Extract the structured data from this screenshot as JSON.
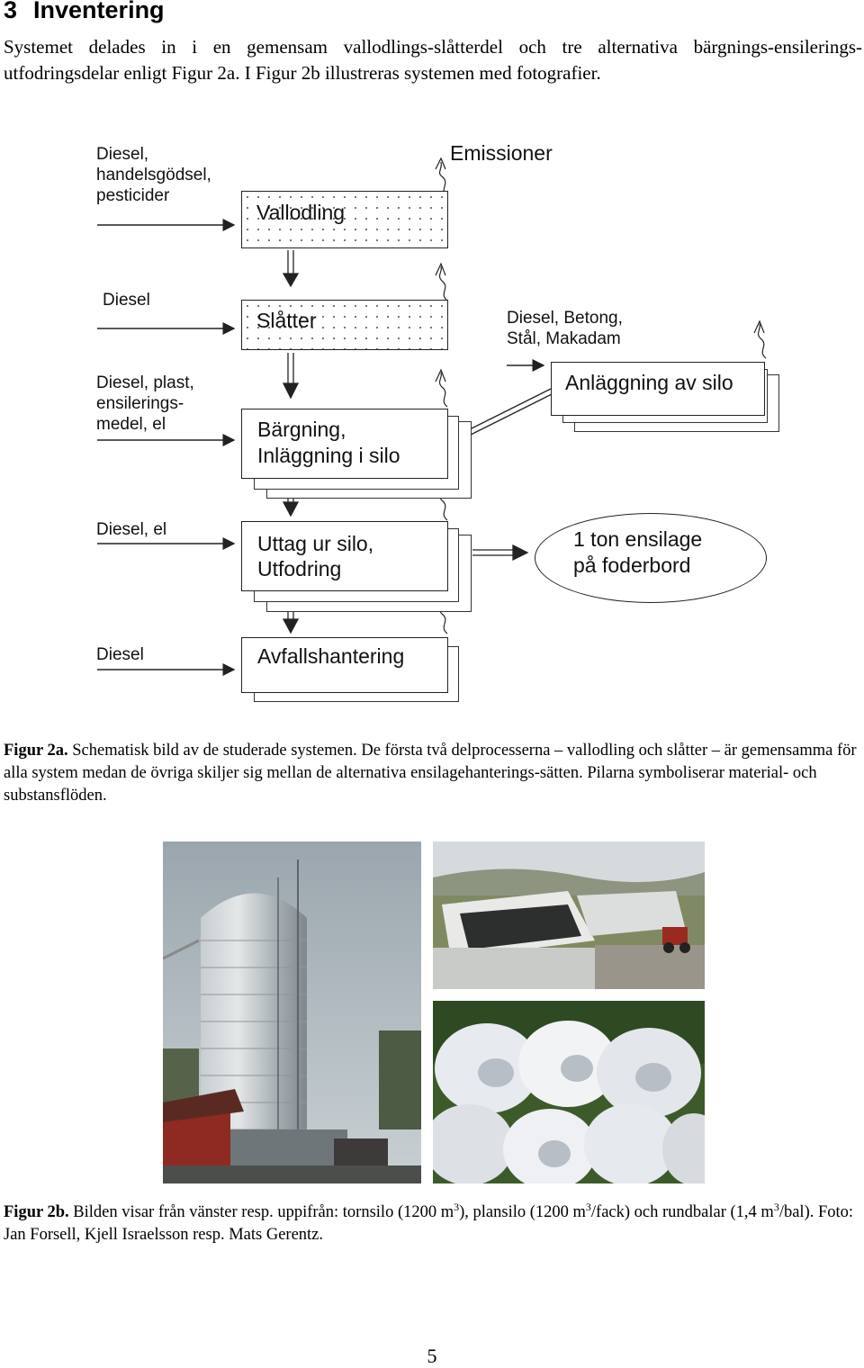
{
  "section": {
    "number": "3",
    "title": "Inventering",
    "intro": "Systemet delades in i en gemensam vallodlings-slåtterdel och tre alternativa bärgnings-ensilerings-utfodringsdelar enligt Figur 2a. I Figur 2b illustreras systemen med fotografier."
  },
  "diagram": {
    "inputs": {
      "vallodling": "Diesel, handelsgödsel, pesticider",
      "slatter": "Diesel",
      "bargning": "Diesel, plast, ensilerings-medel, el",
      "uttag": "Diesel, el",
      "avfall": "Diesel",
      "silo": "Diesel, Betong, Stål, Makadam"
    },
    "emissions_label": "Emissioner",
    "boxes": {
      "vallodling": "Vallodling",
      "slatter": "Slåtter",
      "bargning_line1": "Bärgning,",
      "bargning_line2": "Inläggning i silo",
      "uttag_line1": "Uttag ur silo,",
      "uttag_line2": "Utfodring",
      "avfall": "Avfallshantering",
      "silo": "Anläggning av silo"
    },
    "output": {
      "line1": "1 ton ensilage",
      "line2": "på foderbord"
    }
  },
  "figure2a": {
    "label": "Figur 2a.",
    "text": " Schematisk bild av de studerade systemen. De första två delprocesserna – vallodling och slåtter – är gemensamma för alla system medan de övriga skiljer sig mellan de alternativa ensilagehanterings-sätten. Pilarna symboliserar material- och substansflöden."
  },
  "figure2b": {
    "label": "Figur 2b.",
    "text_part1": " Bilden visar från vänster resp. uppifrån: tornsilo (1200 m",
    "sup1": "3",
    "text_part2": "), plansilo (1200 m",
    "sup2": "3",
    "text_part3": "/fack) och rundbalar (1,4 m",
    "sup3": "3",
    "text_part4": "/bal). Foto: Jan Forsell, Kjell Israelsson resp. Mats Gerentz."
  },
  "page_number": "5"
}
